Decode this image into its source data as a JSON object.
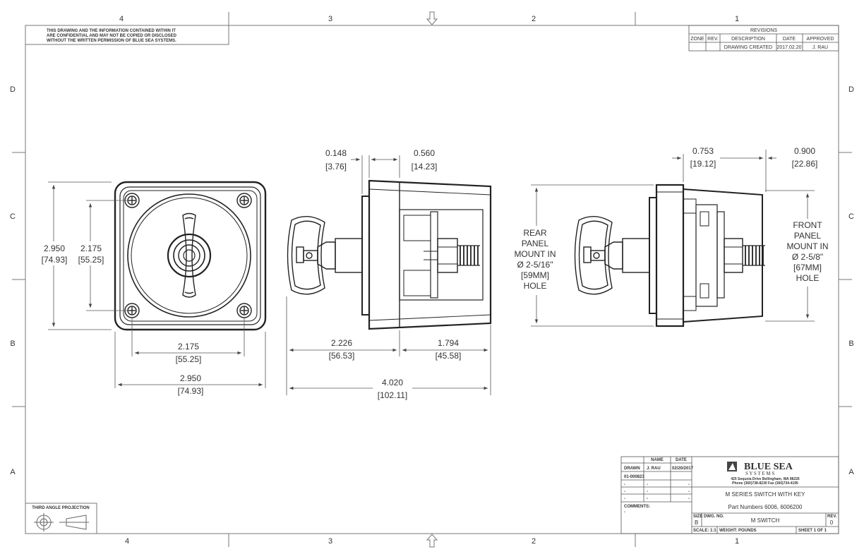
{
  "zones": {
    "columns": [
      "4",
      "3",
      "2",
      "1"
    ],
    "rows": [
      "D",
      "C",
      "B",
      "A"
    ]
  },
  "notice": {
    "lines": [
      "THIS DRAWING AND THE INFORMATION CONTAINED WITHIN IT",
      "ARE CONFIDENTIAL AND MAY NOT BE COPIED OR DISCLOSED",
      "WITHOUT THE WRITTEN PERMISSION OF BLUE SEA SYSTEMS."
    ]
  },
  "revisions": {
    "title": "REVISIONS",
    "headers": [
      "ZONE",
      "REV.",
      "DESCRIPTION",
      "DATE",
      "APPROVED"
    ],
    "row": [
      "",
      "",
      "DRAWING CREATED",
      "2017.02.20",
      "J. RAU"
    ]
  },
  "front_view": {
    "height_in": "2.950",
    "height_mm": "[74.93]",
    "hole_h_in": "2.175",
    "hole_h_mm": "[55.25]",
    "hole_w_in": "2.175",
    "hole_w_mm": "[55.25]",
    "width_in": "2.950",
    "width_mm": "[74.93]"
  },
  "side_view": {
    "flange_in": "0.148",
    "flange_mm": "[3.76]",
    "nut_in": "0.560",
    "nut_mm": "[14.23]",
    "front_in": "2.226",
    "front_mm": "[56.53]",
    "rear_in": "1.794",
    "rear_mm": "[45.58]",
    "total_in": "4.020",
    "total_mm": "[102.11]"
  },
  "rear_mount_view": {
    "a_in": "0.753",
    "a_mm": "[19.12]",
    "b_in": "0.900",
    "b_mm": "[22.86]",
    "rear_note": [
      "REAR",
      "PANEL",
      "MOUNT IN",
      "Ø 2-5/16\"",
      "[59MM]",
      "HOLE"
    ],
    "front_note": [
      "FRONT",
      "PANEL",
      "MOUNT IN",
      "Ø 2-5/8\"",
      "[67MM]",
      "HOLE"
    ]
  },
  "projection": {
    "label": "THIRD ANGLE PROJECTION"
  },
  "title_block": {
    "name_header": "NAME",
    "date_header": "DATE",
    "drawn_label": "DRAWN",
    "drawn_name": "J. RAU",
    "drawn_date": "02/20/2017",
    "code_label": "01-000823",
    "dash": "-",
    "comments_label": "COMMENTS:",
    "company_name": "BLUE SEA",
    "company_sub": "S Y S T E M S",
    "address_1": "425 Sequoia Drive   Bellingham, WA 98226",
    "address_2": "Phone (360)738-8230   Fax (360)734-4195",
    "drawing_title": "M SERIES SWITCH WITH KEY",
    "part_numbers": "Part Numbers 6006, 6006200",
    "size_label": "SIZE",
    "size_value": "B",
    "dwg_label": "DWG. NO.",
    "dwg_value": "M SWITCH",
    "rev_label": "REV.",
    "rev_value": "0",
    "scale": "SCALE: 1:1",
    "weight": "WEIGHT: POUNDS",
    "sheet": "SHEET 1 OF 1"
  }
}
